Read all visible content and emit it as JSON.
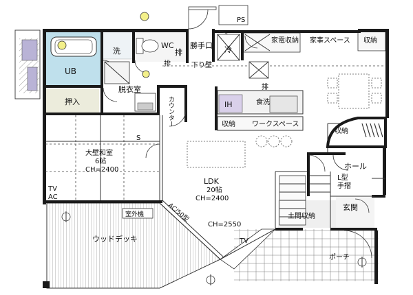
{
  "rooms": {
    "ub": "UB",
    "sen": "洗",
    "wc": "WC",
    "haisui1": "排",
    "katteguchi": "勝手口",
    "rei": "冷",
    "ps": "PS",
    "kaden_shuno": "家電収納",
    "kaji_space": "家事スペース",
    "shuno_top": "収納",
    "sagari_kabe": "下り壁",
    "datsuishitsu": "脱衣室",
    "haisui2": "排",
    "haisui3": "排",
    "oshiire": "押入",
    "ih": "IH",
    "shokusen": "食洗",
    "shuno_kitchen": "収納",
    "work_space": "ワークスペース",
    "shuno_hall": "収納",
    "washitsu_name": "大壁和室",
    "washitsu_size": "6帖",
    "washitsu_ch": "CH=2400",
    "s_mark": "S",
    "hall": "ホール",
    "ldk_name": "LDK",
    "ldk_size": "20帖",
    "ldk_ch": "CH=2400",
    "l_tesuri": "L型",
    "tesuri": "手摺",
    "tv_left": "TV",
    "ac_left": "AC",
    "shitsugaiki": "室外機",
    "ac_slope": "AC/50型",
    "doma_shuno": "土間収納",
    "genkan": "玄関",
    "ch_2550": "CH=2550",
    "wood_deck": "ウッドデッキ",
    "tv_bottom": "TV",
    "porch": "ポーチ",
    "kitchen_vertical": "カウンター"
  }
}
